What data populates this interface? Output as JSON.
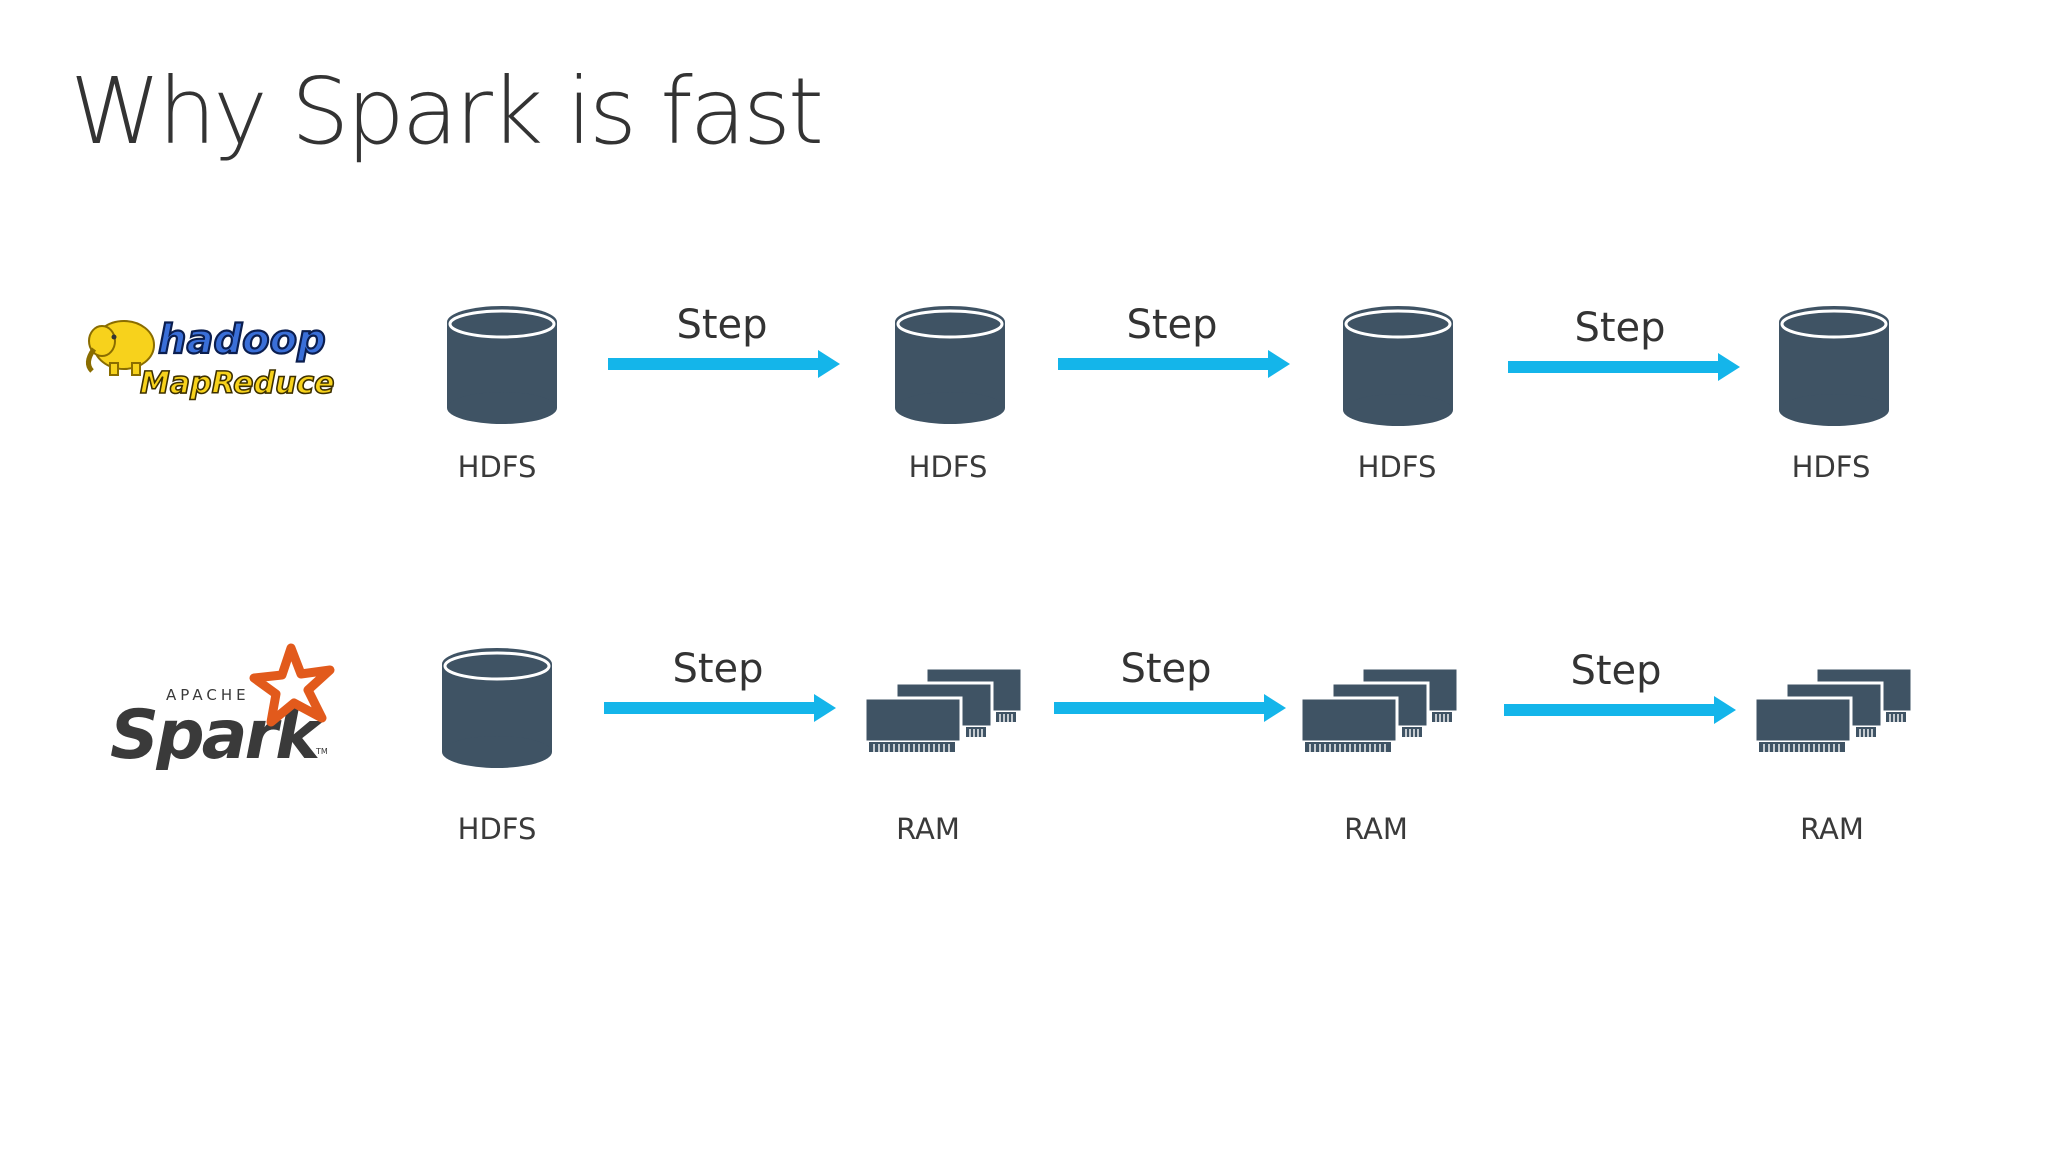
{
  "title": "Why Spark is fast",
  "hadoop_row": {
    "logo": {
      "top_text": "hadoop",
      "bottom_text": "MapReduce"
    },
    "nodes": [
      {
        "icon": "cylinder-database-icon",
        "label": "HDFS"
      },
      {
        "icon": "cylinder-database-icon",
        "label": "HDFS"
      },
      {
        "icon": "cylinder-database-icon",
        "label": "HDFS"
      },
      {
        "icon": "cylinder-database-icon",
        "label": "HDFS"
      }
    ],
    "steps": [
      "Step",
      "Step",
      "Step"
    ]
  },
  "spark_row": {
    "logo": {
      "small_text": "APACHE",
      "main_text": "Spark",
      "tm": "TM"
    },
    "nodes": [
      {
        "icon": "cylinder-database-icon",
        "label": "HDFS"
      },
      {
        "icon": "ram-modules-icon",
        "label": "RAM"
      },
      {
        "icon": "ram-modules-icon",
        "label": "RAM"
      },
      {
        "icon": "ram-modules-icon",
        "label": "RAM"
      }
    ],
    "steps": [
      "Step",
      "Step",
      "Step"
    ]
  },
  "colors": {
    "icon": "#3f5364",
    "arrow": "#14b5ea",
    "spark_orange": "#e25a1c"
  }
}
